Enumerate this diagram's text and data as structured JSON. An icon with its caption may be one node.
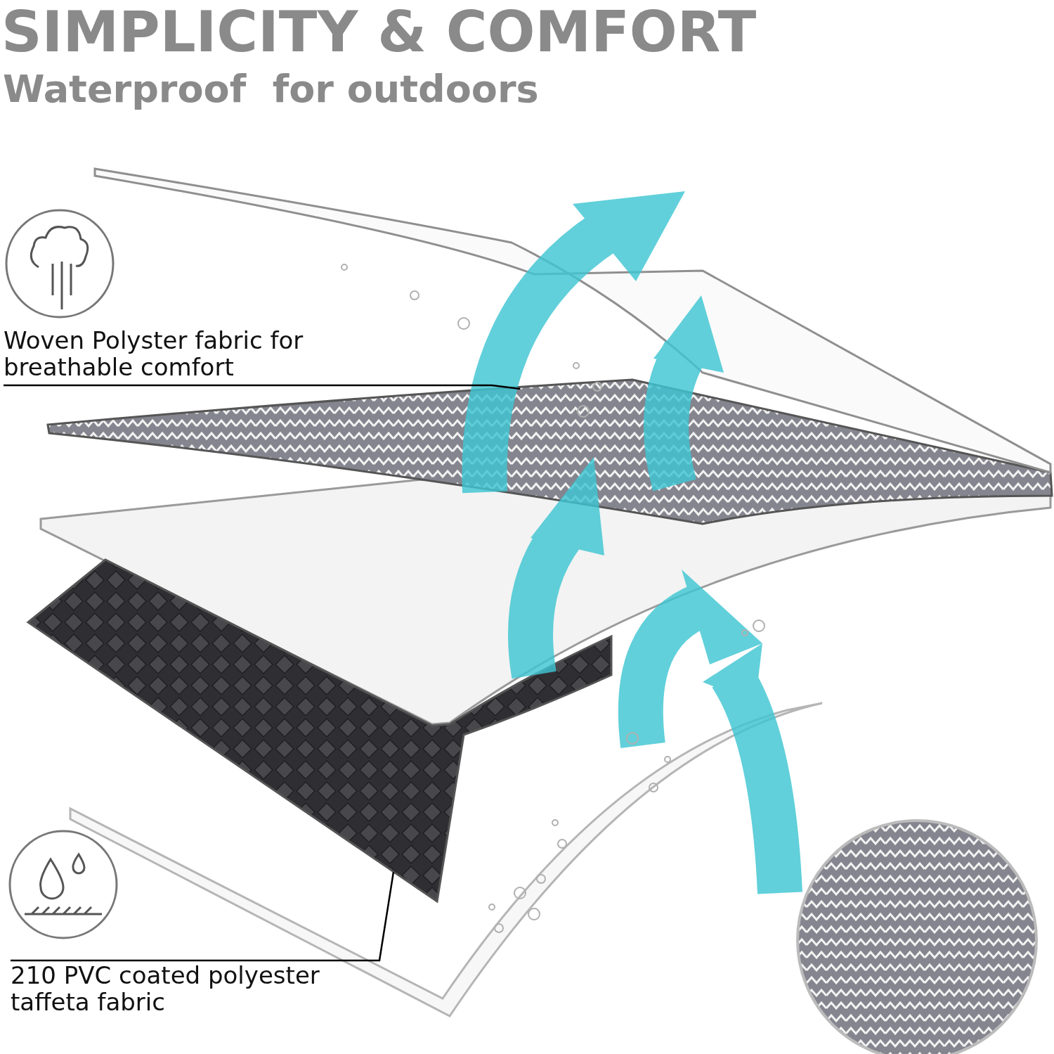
{
  "diagram": {
    "title": "SIMPLICITY & COMFORT",
    "nodes": [
      {
        "text": [
          "Woven Polyster fabric for breathable comfort"
        ]
      },
      {
        "text": [],
        "shape": "picture"
      },
      {
        "text": [
          "210 PVC coated polyester taffeta fabric"
        ]
      },
      {
        "text": [],
        "shape": "picture"
      }
    ],
    "edges": [
      {
        "from": 0,
        "to": 1,
        "arrow": "none"
      },
      {
        "from": 2,
        "to": 3,
        "arrow": "none"
      }
    ],
    "labels": [
      "Waterproof  for outdoors"
    ]
  }
}
